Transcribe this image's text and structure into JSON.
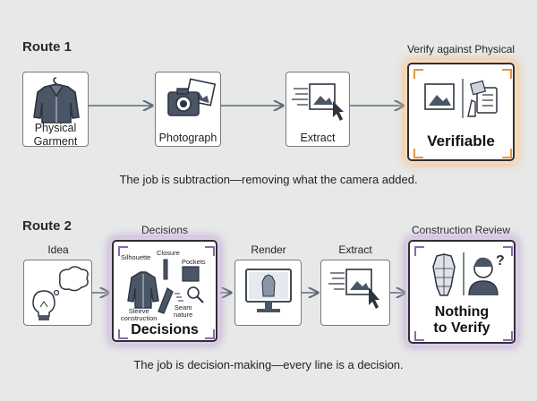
{
  "route1": {
    "title": "Route 1",
    "steps": [
      {
        "label": "Physical Garment",
        "line1": "Physical",
        "line2": "Garment"
      },
      {
        "label": "Photograph"
      },
      {
        "label": "Extract"
      }
    ],
    "verify_heading": "Verify against Physical",
    "verify_label": "Verifiable",
    "caption": "The job is subtraction—removing what the camera added."
  },
  "route2": {
    "title": "Route 2",
    "idea_heading": "Idea",
    "decisions_heading": "Decisions",
    "decisions_label": "Decisions",
    "decision_items": {
      "silhouette": "Silhouette",
      "closure": "Closure",
      "pockets": "Pockets",
      "sleeve_1": "Sleeve",
      "sleeve_2": "construction",
      "seam_1": "Seam",
      "seam_2": "nature"
    },
    "render_heading": "Render",
    "extract_heading": "Extract",
    "review_heading": "Construction Review",
    "review_line1": "Nothing",
    "review_line2": "to Verify",
    "caption": "The job is decision-making—every line is a decision."
  },
  "colors": {
    "background": "#e7e8e8",
    "arrow": "#5f6b78",
    "verify_glow": "#f3c38f",
    "review_glow": "#c2abd6",
    "corner_orange": "#e8953e",
    "corner_purple": "#8a6aa8"
  }
}
